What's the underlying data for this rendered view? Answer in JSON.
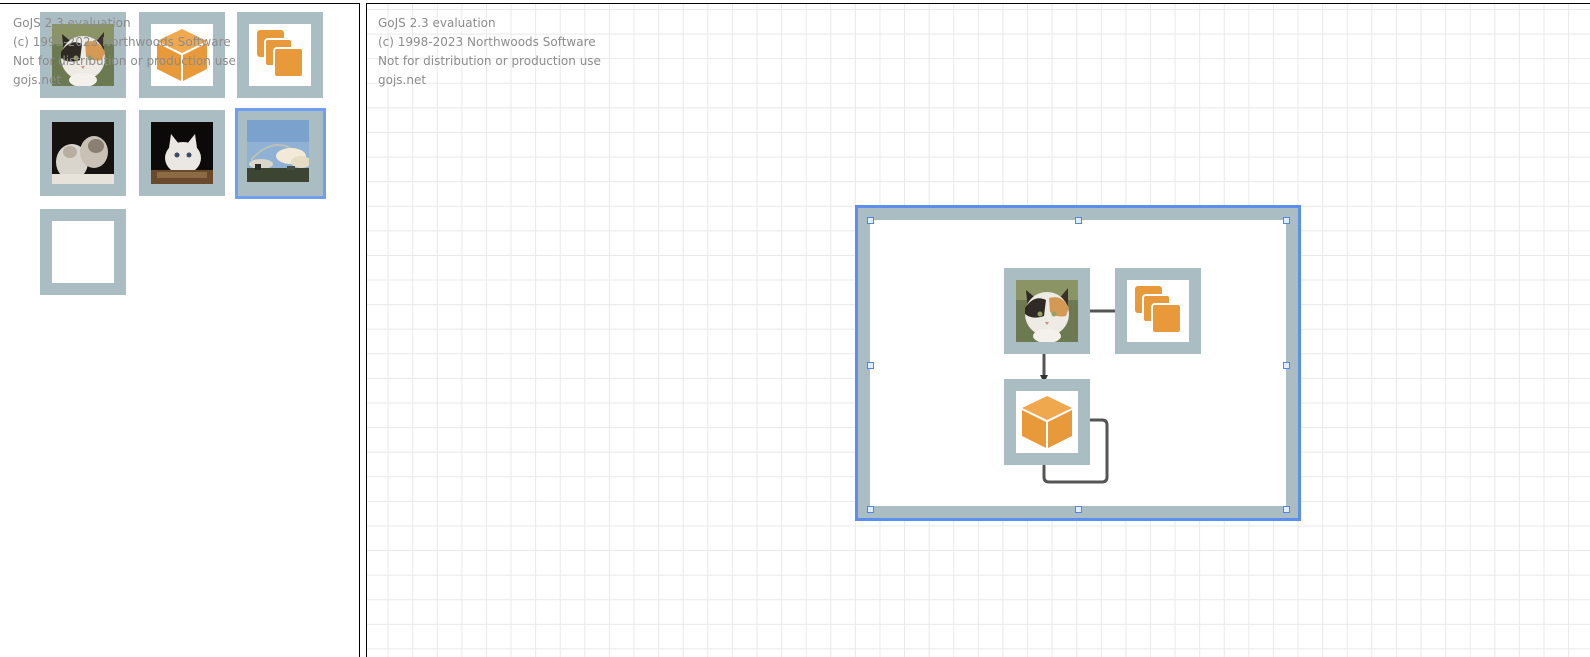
{
  "watermark": {
    "line1": "GoJS 2.3 evaluation",
    "line2": "(c) 1998-2023 Northwoods Software",
    "line3": "Not for distribution or production use",
    "line4": "gojs.net"
  },
  "palette": {
    "items": [
      {
        "name": "cat-calico",
        "icon": "cat-photo-icon",
        "selected": false
      },
      {
        "name": "orange-box",
        "icon": "box-icon",
        "selected": false
      },
      {
        "name": "orange-stack",
        "icon": "stack-icon",
        "selected": false
      },
      {
        "name": "kittens",
        "icon": "kittens-photo-icon",
        "selected": false
      },
      {
        "name": "white-kitten",
        "icon": "kitten-photo-icon",
        "selected": false
      },
      {
        "name": "sky-rainbow",
        "icon": "sky-photo-icon",
        "selected": true
      },
      {
        "name": "blank",
        "icon": "blank-icon",
        "selected": false
      }
    ]
  },
  "diagram": {
    "group": {
      "selected": true,
      "nodes": [
        {
          "id": "cat",
          "icon": "cat-photo-icon"
        },
        {
          "id": "stack",
          "icon": "stack-icon"
        },
        {
          "id": "box",
          "icon": "box-icon"
        }
      ],
      "links": [
        {
          "from": "cat",
          "to": "stack"
        },
        {
          "from": "cat",
          "to": "box"
        },
        {
          "from": "box",
          "to": "box"
        }
      ]
    }
  },
  "colors": {
    "node_frame": "#a9bdc3",
    "selection": "#5a8ef0",
    "orange": "#e8993a",
    "grid": "#e9e9e9",
    "link": "#555555"
  }
}
